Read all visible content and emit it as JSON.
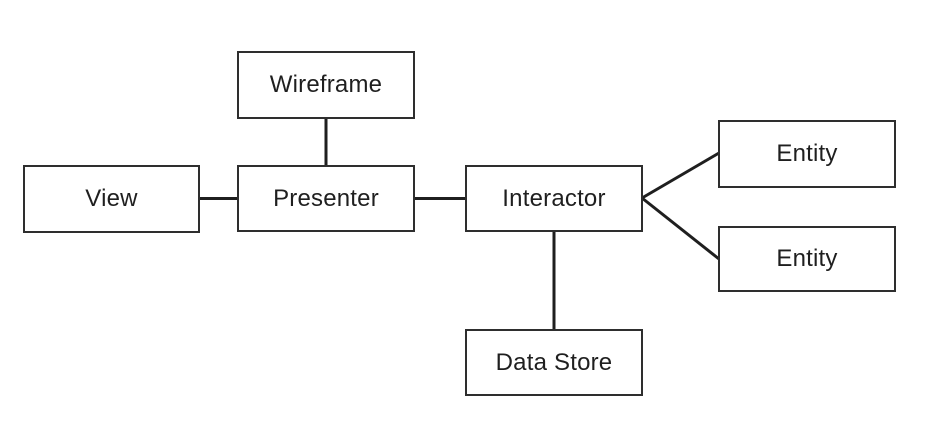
{
  "diagram": {
    "kind": "architecture-block-diagram",
    "background": "#ffffff",
    "colors": {
      "box_fill": "#ffffff",
      "box_border": "#2e2e2e",
      "connector": "#1f1f1f",
      "text": "#1f1f1f"
    },
    "nodes": [
      {
        "id": "wireframe",
        "label": "Wireframe"
      },
      {
        "id": "view",
        "label": "View"
      },
      {
        "id": "presenter",
        "label": "Presenter"
      },
      {
        "id": "interactor",
        "label": "Interactor"
      },
      {
        "id": "entity-1",
        "label": "Entity"
      },
      {
        "id": "entity-2",
        "label": "Entity"
      },
      {
        "id": "data-store",
        "label": "Data Store"
      }
    ],
    "edges": [
      {
        "from": "view",
        "to": "presenter"
      },
      {
        "from": "wireframe",
        "to": "presenter"
      },
      {
        "from": "presenter",
        "to": "interactor"
      },
      {
        "from": "interactor",
        "to": "entity-1"
      },
      {
        "from": "interactor",
        "to": "entity-2"
      },
      {
        "from": "interactor",
        "to": "data-store"
      }
    ]
  }
}
